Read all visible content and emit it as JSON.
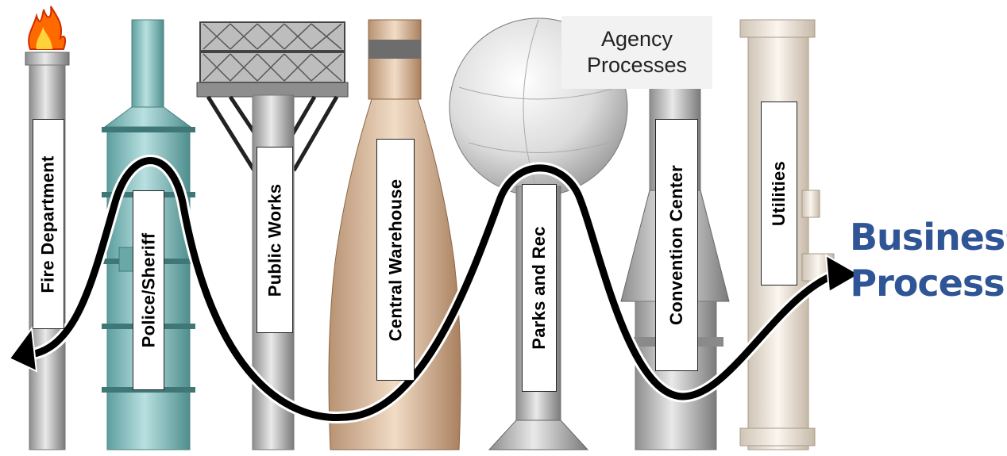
{
  "agency_box": {
    "line1": "Agency",
    "line2": "Processes"
  },
  "business_process": {
    "line1": "Business",
    "line2": "Process"
  },
  "departments": [
    {
      "label": "Fire Department"
    },
    {
      "label": "Police/Sheriff"
    },
    {
      "label": "Public Works"
    },
    {
      "label": "Central Warehouse"
    },
    {
      "label": "Parks and Rec"
    },
    {
      "label": "Convention Center"
    },
    {
      "label": "Utilities"
    }
  ],
  "colors": {
    "business_text": "#2f5597",
    "stack_gray": "#c8c8c8",
    "police_teal": "#7fbcbc",
    "warehouse_tan": "#d9b99a",
    "utilities_cream": "#efe6da",
    "flame_orange": "#ff6a00",
    "arrow": "#000000"
  }
}
